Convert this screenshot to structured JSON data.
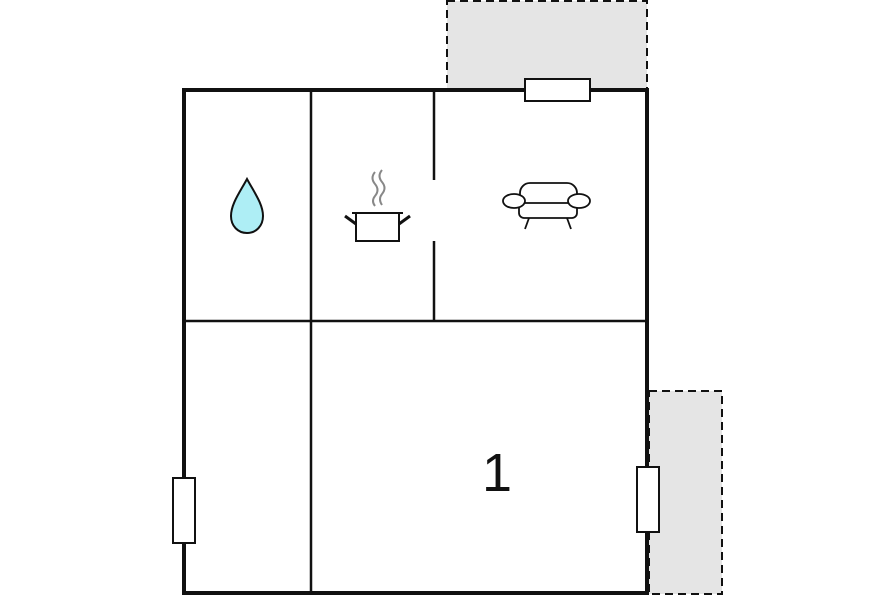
{
  "floorplan": {
    "rooms": [
      {
        "id": "bathroom",
        "label": "",
        "icon": "water-drop-icon"
      },
      {
        "id": "kitchen",
        "label": "",
        "icon": "cooking-pot-icon"
      },
      {
        "id": "living-room",
        "label": "",
        "icon": "sofa-icon"
      },
      {
        "id": "hall",
        "label": "",
        "icon": ""
      },
      {
        "id": "bedroom",
        "label": "1",
        "icon": ""
      }
    ],
    "outdoor_areas": [
      "terrace-top",
      "terrace-right"
    ],
    "colors": {
      "wall": "#111111",
      "terrace_fill": "#e5e5e5",
      "water": "#aeeef5",
      "steam": "#888888",
      "background": "#ffffff"
    }
  }
}
